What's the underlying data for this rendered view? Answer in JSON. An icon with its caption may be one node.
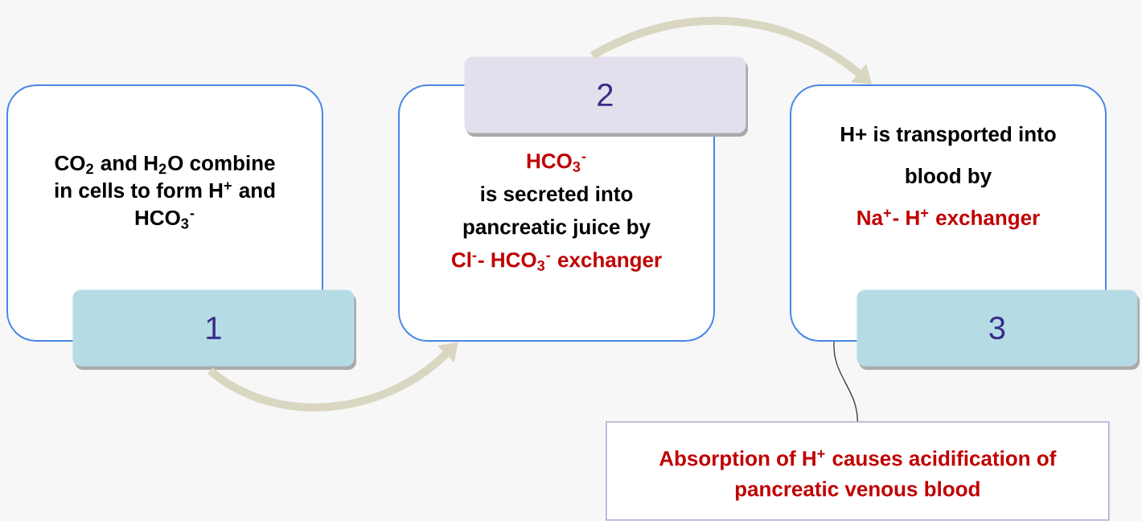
{
  "diagram": {
    "nodes": [
      {
        "text": [
          "CO$_{2}$ and H$_{2}$O combine in cells to form H$^{+}$ and HCO$_{3}$$^{-}$"
        ]
      },
      {
        "text": [
          "1"
        ]
      },
      {
        "text": [
          "HCO$_{3}$$^{-}$",
          "is secreted into pancreatic juice by",
          "Cl$^{-}$- HCO$_{3}$$^{-}$ exchanger"
        ]
      },
      {
        "text": [
          "2"
        ]
      },
      {
        "text": [
          "H+ is transported into blood by",
          "Na$^{+}$- H$^{+}$ exchanger"
        ]
      },
      {
        "text": [
          "3"
        ]
      },
      {
        "text": [
          "Absorption of H$^{+}$ causes acidification of pancreatic venous blood"
        ]
      }
    ],
    "edges": [
      {
        "from": 1,
        "to": 2,
        "arrow": "to",
        "color": "#d9d6c1"
      },
      {
        "from": 3,
        "to": 4,
        "arrow": "to",
        "color": "#d9d6c1"
      },
      {
        "from": 4,
        "to": 6,
        "arrow": "none",
        "color": "#404040"
      }
    ]
  }
}
